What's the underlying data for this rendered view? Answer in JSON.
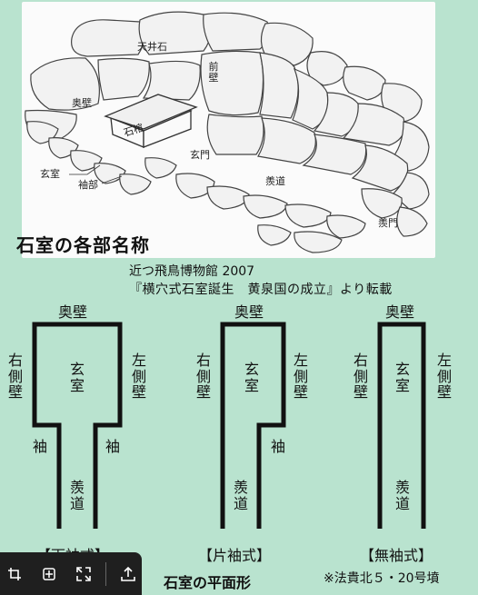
{
  "photo": {
    "labels": {
      "tenjouseki": "天井石",
      "okukabe": "奥壁",
      "mae_kabe": "前壁",
      "sekkan": "石棺",
      "genmon": "玄門",
      "genshitsu": "玄室",
      "sodebu": "袖部",
      "sendo": "羨道",
      "senmon": "羨門"
    },
    "caption": "石室の各部名称"
  },
  "source": {
    "line1": "近つ飛鳥博物館 2007",
    "line2": "『横穴式石室誕生　黄泉国の成立』より転載"
  },
  "plans": {
    "back_wall": "奥壁",
    "right_wall": "右側壁",
    "left_wall": "左側壁",
    "chamber": "玄室",
    "sleeve": "袖",
    "passage": "羨道",
    "types": [
      "【両袖式】",
      "【片袖式】",
      "【無袖式】"
    ],
    "title": "石室の平面形",
    "note": "※法貴北５・20号墳"
  },
  "colors": {
    "background": "#b9e3cf",
    "toolbar": "#1f1f1f"
  },
  "toolbar": {
    "icons": [
      "crop-icon",
      "move-icon",
      "expand-icon",
      "upload-icon"
    ]
  }
}
